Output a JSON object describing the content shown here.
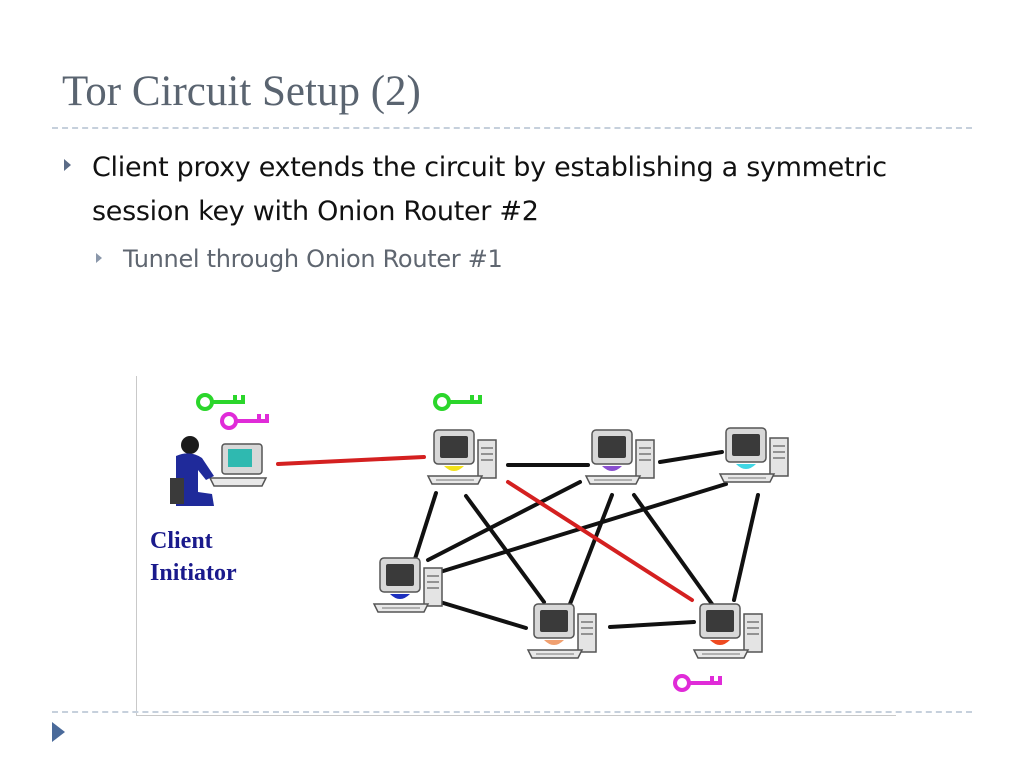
{
  "slide": {
    "title": "Tor Circuit Setup (2)",
    "bullet_1": "Client proxy extends the circuit by establishing a symmetric session key with Onion Router #2",
    "bullet_1_sub_1": "Tunnel through Onion Router #1"
  },
  "diagram": {
    "client_label_line1": "Client",
    "client_label_line2": "Initiator",
    "colors": {
      "key_green": "#2bd62b",
      "key_magenta": "#e02bd8",
      "circuit_red": "#d42020",
      "link_black": "#111111",
      "client_label": "#1a1a8c",
      "router_yellow": "#f3e21a",
      "router_purple": "#8a4fd0",
      "router_cyan": "#3fd6e4",
      "router_blue": "#1c2fbf",
      "router_peach": "#f0a070",
      "router_orange": "#ee4a20"
    },
    "icons": [
      "key-icon",
      "computer-icon",
      "person-at-computer-icon"
    ]
  },
  "footer": {
    "nav_icon": "play-triangle-icon"
  }
}
